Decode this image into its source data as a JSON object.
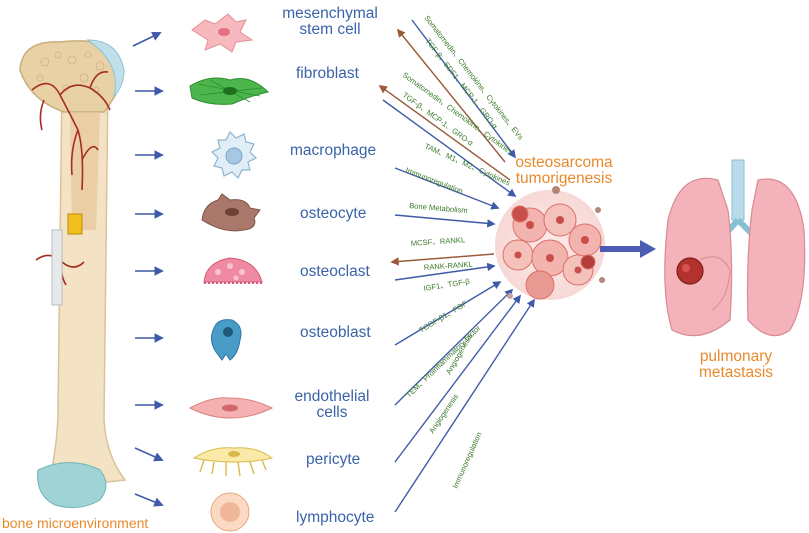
{
  "cells": [
    {
      "id": "msc",
      "label": "mesenchymal\nstem cell"
    },
    {
      "id": "fibroblast",
      "label": "fibroblast"
    },
    {
      "id": "macrophage",
      "label": "macrophage"
    },
    {
      "id": "osteocyte",
      "label": "osteocyte"
    },
    {
      "id": "osteoclast",
      "label": "osteoclast"
    },
    {
      "id": "osteoblast",
      "label": "osteoblast"
    },
    {
      "id": "endothelial",
      "label": "endothelial\ncells"
    },
    {
      "id": "pericyte",
      "label": "pericyte"
    },
    {
      "id": "lymphocyte",
      "label": "lymphocyte"
    }
  ],
  "labels": {
    "bone": "bone microenvironment",
    "tumor": "osteosarcoma\ntumorigenesis",
    "lung": "pulmonary\nmetastasis"
  },
  "signals": [
    "Somatomedin、Chemokine、Cytokines、EVs",
    "TGF-β、SDF1、MCP-1、GRO-α",
    "Somatomedin、Chemokine、Cytokines",
    "TGF-β、MCP-1、GRO-α",
    "TAM、M1、M2、Cytokines",
    "Immunoregulation",
    "Bone Metabolism",
    "MCSF、RANKL",
    "RANK-RANKL",
    "IGF1、TGF-β",
    "TCGF-β1、FGF",
    "TEM、Proinflammatory factor",
    "Angiogenesis",
    "Angiogenesis",
    "Immunoregulation"
  ],
  "colors": {
    "cell_label": "#3a63a8",
    "highlight": "#e8892b",
    "signal_text": "#3b7a2a",
    "arrow_blue": "#3f5aa8",
    "arrow_brown": "#9a5a3a"
  }
}
